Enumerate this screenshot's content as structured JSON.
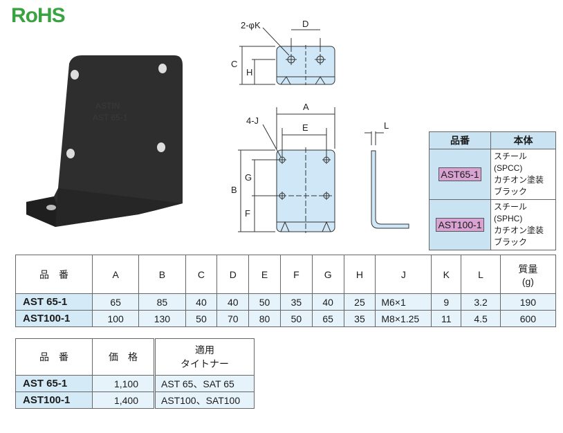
{
  "logo": "RoHS",
  "drawing_labels": {
    "top_hole": "2-φK",
    "D": "D",
    "C": "C",
    "H": "H",
    "A": "A",
    "E": "E",
    "J": "4-J",
    "B": "B",
    "G": "G",
    "F": "F",
    "L": "L"
  },
  "material_table": {
    "headers": [
      "品番",
      "本体"
    ],
    "rows": [
      {
        "model": "AST65-1",
        "desc": [
          "スチール(SPCC)",
          "カチオン塗装",
          "ブラック"
        ]
      },
      {
        "model": "AST100-1",
        "desc": [
          "スチール(SPHC)",
          "カチオン塗装",
          "ブラック"
        ]
      }
    ]
  },
  "spec_table": {
    "headers": [
      "品　番",
      "A",
      "B",
      "C",
      "D",
      "E",
      "F",
      "G",
      "H",
      "J",
      "K",
      "L",
      "質量\n(g)"
    ],
    "header_model": "品　番",
    "header_mass_1": "質量",
    "header_mass_2": "(g)",
    "rows": [
      [
        "AST  65-1",
        "65",
        "85",
        "40",
        "40",
        "50",
        "35",
        "40",
        "25",
        "M6×1",
        "9",
        "3.2",
        "190"
      ],
      [
        "AST100-1",
        "100",
        "130",
        "50",
        "70",
        "80",
        "50",
        "65",
        "35",
        "M8×1.25",
        "11",
        "4.5",
        "600"
      ]
    ]
  },
  "price_table": {
    "h_model": "品　番",
    "h_price": "価　格",
    "h_timer_1": "適用",
    "h_timer_2": "タイトナー",
    "rows": [
      {
        "model": "AST  65-1",
        "price": "1,100",
        "timer": "AST 65、SAT 65"
      },
      {
        "model": "AST100-1",
        "price": "1,400",
        "timer": "AST100、SAT100"
      }
    ]
  }
}
